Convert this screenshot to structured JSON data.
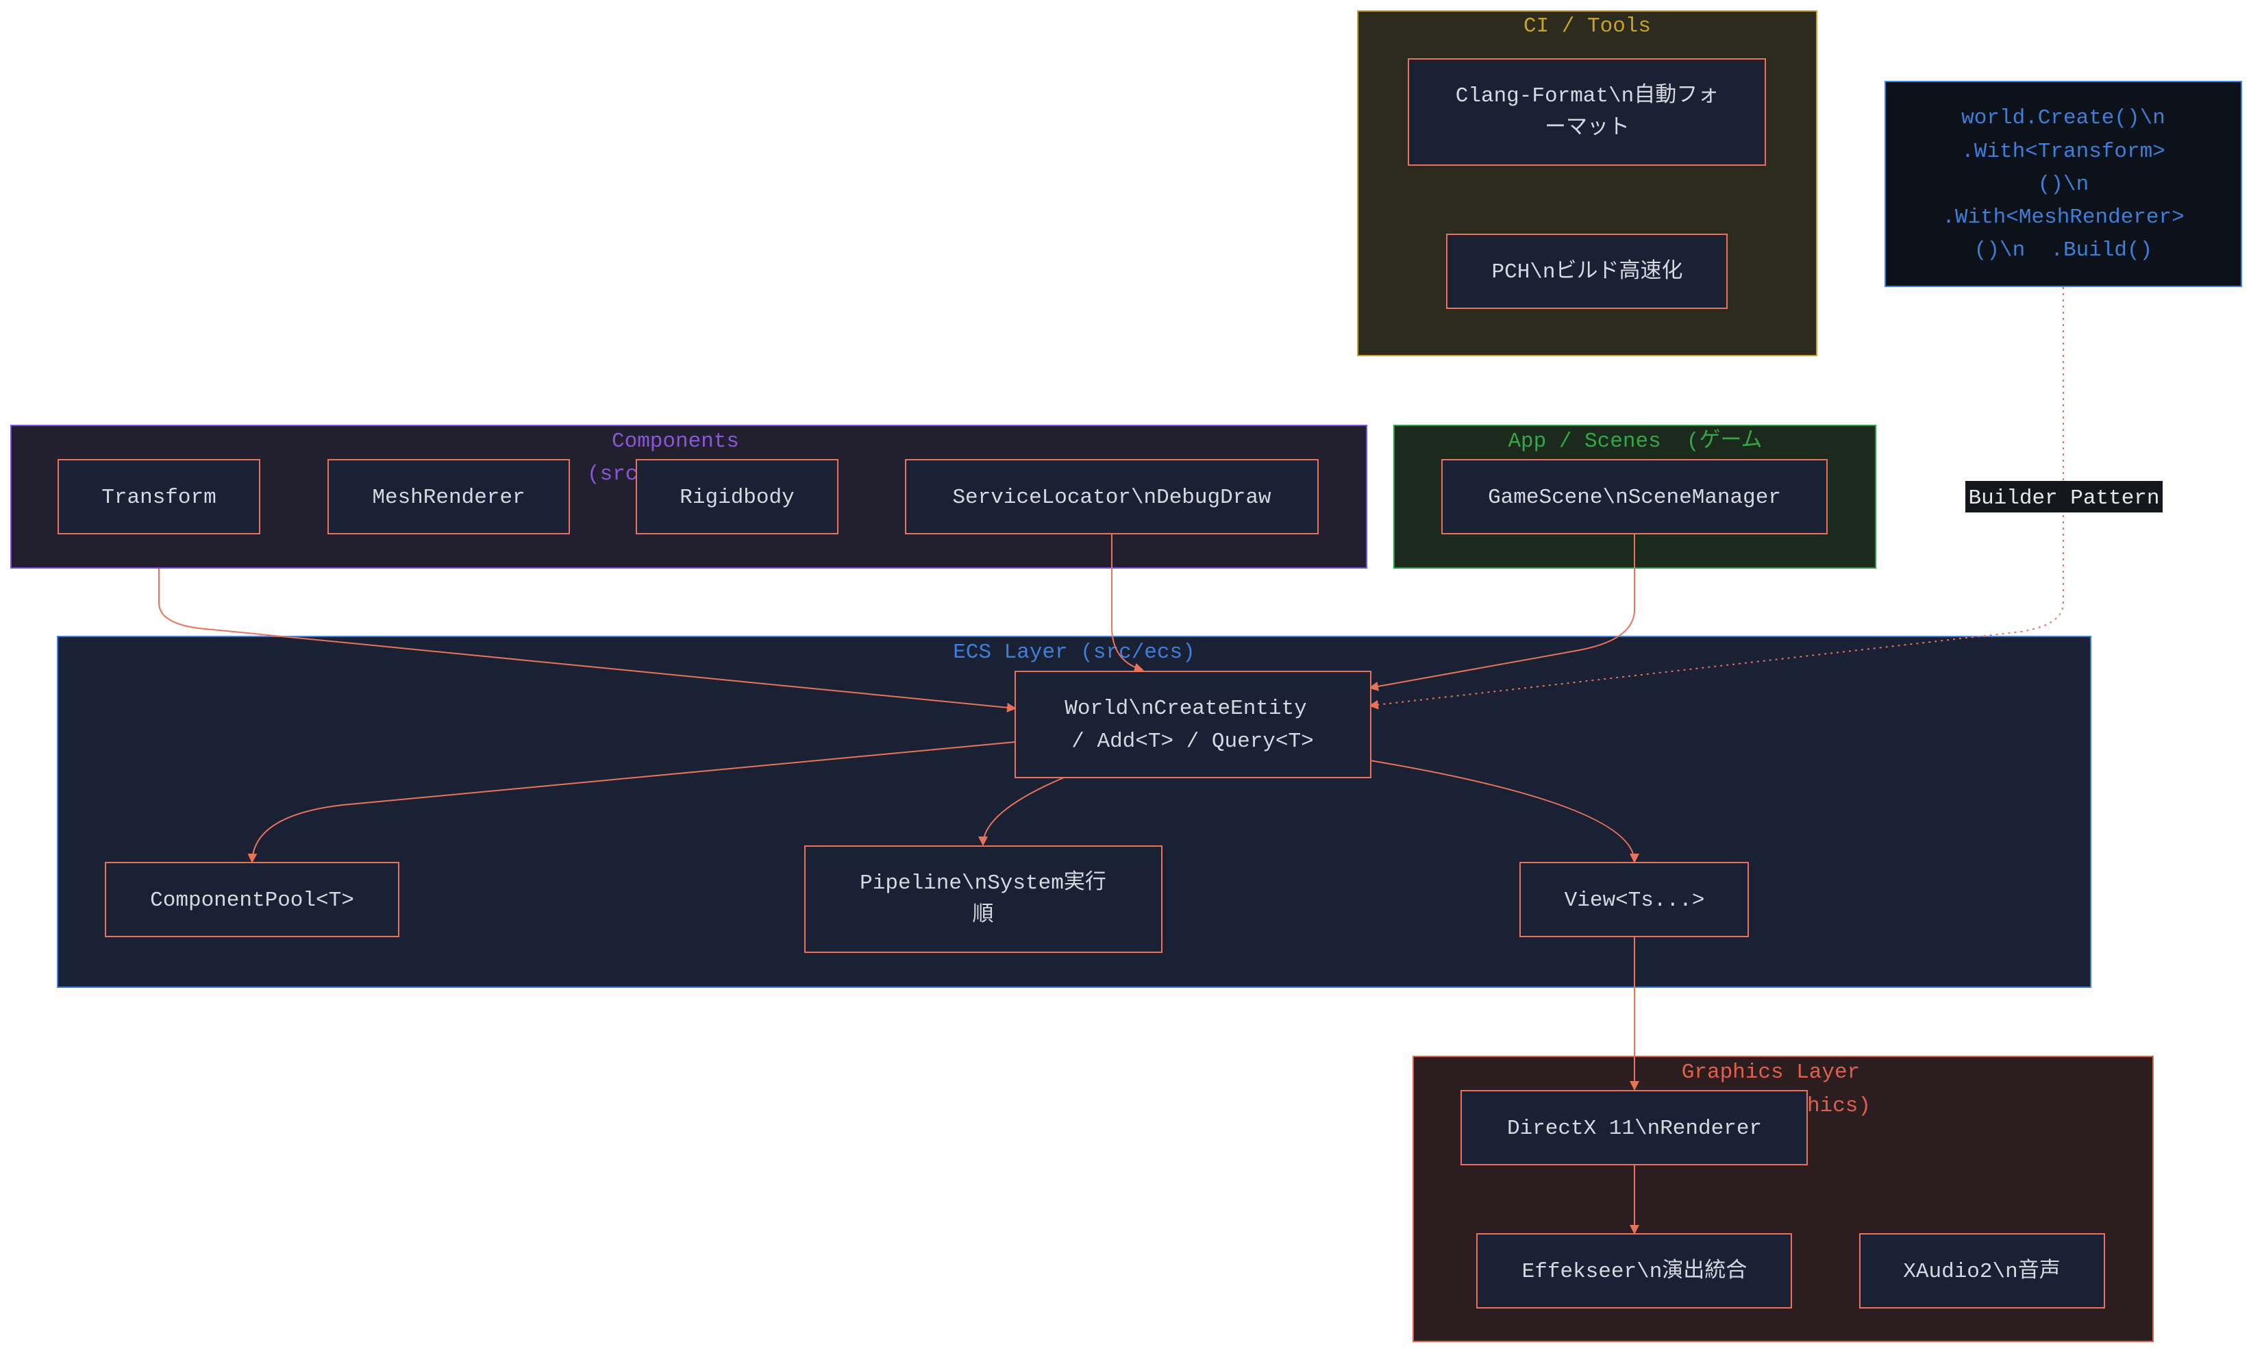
{
  "colors": {
    "edge": "#e8735a",
    "node_fill": "#1b2135",
    "node_stroke": "#e8735a",
    "node_text": "#d5d9e0"
  },
  "clusters": {
    "ci_tools": {
      "title": "CI / Tools",
      "fill": "#2c2b1d",
      "stroke": "#c9a227",
      "title_color": "#c9a227"
    },
    "components": {
      "title": "Components",
      "subtitle": "(src",
      "fill": "#221f2f",
      "stroke": "#7c4ddb",
      "title_color": "#8a55d8"
    },
    "app_scenes": {
      "title": "App / Scenes  (ゲーム",
      "fill": "#1c2a1d",
      "stroke": "#2f9a3d",
      "title_color": "#33a845"
    },
    "ecs_layer": {
      "title": "ECS Layer (src/ecs)",
      "fill": "#1b2135",
      "stroke": "#3d7fd9",
      "title_color": "#3d7fd9"
    },
    "graphics_layer": {
      "title": "Graphics Layer",
      "subtitle": "hics)",
      "fill": "#2c1e20",
      "stroke": "#e0604a",
      "title_color": "#e0604a"
    }
  },
  "nodes": {
    "clang_format": [
      "Clang-Format\\n自動フォ",
      "ーマット"
    ],
    "pch": [
      "PCH\\nビルド高速化"
    ],
    "transform": [
      "Transform"
    ],
    "mesh_renderer": [
      "MeshRenderer"
    ],
    "rigidbody": [
      "Rigidbody"
    ],
    "service_locator": [
      "ServiceLocator\\nDebugDraw"
    ],
    "game_scene": [
      "GameScene\\nSceneManager"
    ],
    "world": [
      "World\\nCreateEntity",
      "/ Add<T> / Query<T>"
    ],
    "component_pool": [
      "ComponentPool<T>"
    ],
    "pipeline": [
      "Pipeline\\nSystem実行",
      "順"
    ],
    "view": [
      "View<Ts...>"
    ],
    "directx": [
      "DirectX 11\\nRenderer"
    ],
    "effekseer": [
      "Effekseer\\n演出統合"
    ],
    "xaudio": [
      "XAudio2\\n音声"
    ]
  },
  "builder_note": {
    "lines": [
      "world.Create()\\n",
      ".With<Transform>",
      "()\\n",
      ".With<MeshRenderer>",
      "()\\n  .Build()"
    ],
    "fill": "#0d1119",
    "stroke": "#3d7fd9"
  },
  "edge_label": "Builder Pattern"
}
